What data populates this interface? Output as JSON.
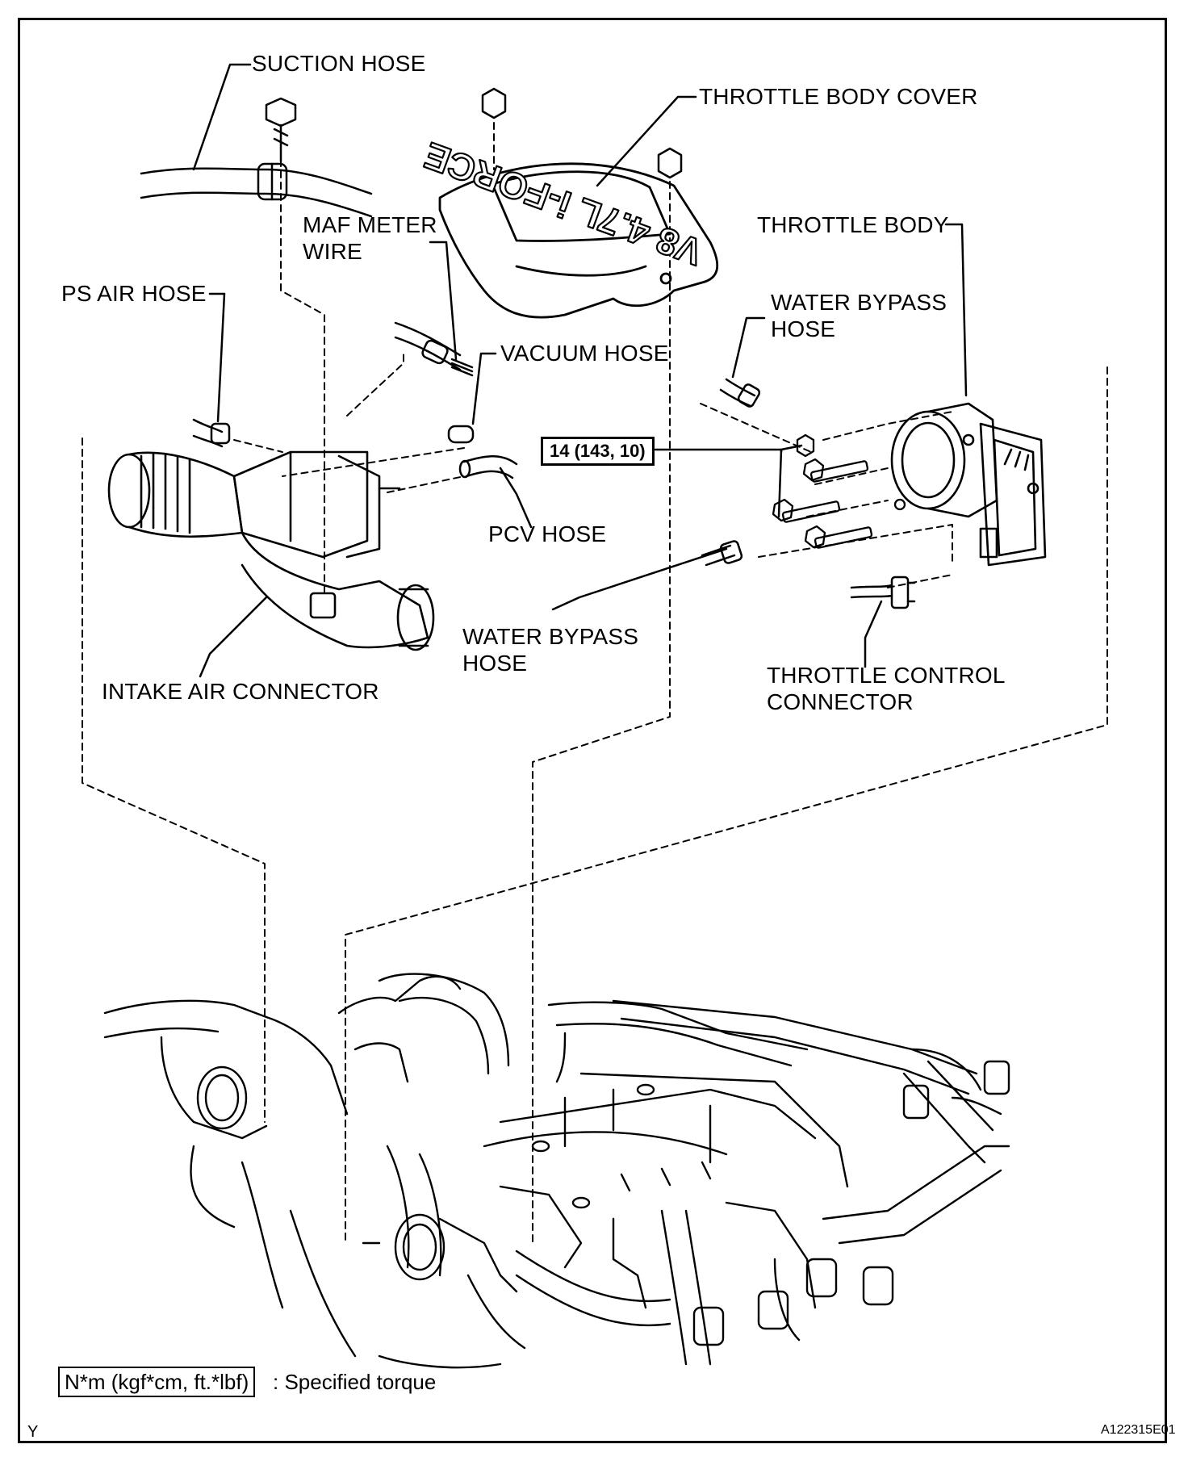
{
  "labels": {
    "suction_hose": "SUCTION HOSE",
    "throttle_body_cover": "THROTTLE BODY COVER",
    "maf_meter_wire": "MAF METER\nWIRE",
    "throttle_body": "THROTTLE BODY",
    "ps_air_hose": "PS AIR HOSE",
    "water_bypass_hose_upper": "WATER BYPASS\nHOSE",
    "vacuum_hose": "VACUUM HOSE",
    "pcv_hose": "PCV HOSE",
    "water_bypass_hose_lower": "WATER BYPASS\nHOSE",
    "intake_air_connector": "INTAKE AIR CONNECTOR",
    "throttle_control_connector": "THROTTLE CONTROL\nCONNECTOR"
  },
  "torque": {
    "value": "14 (143, 10)"
  },
  "legend": {
    "unit": "N*m (kgf*cm, ft.*lbf)",
    "description": ": Specified torque"
  },
  "cover_marking": "V8 4.7L i-FORCE",
  "corner_mark": "Y",
  "figure_id": "A122315E01"
}
